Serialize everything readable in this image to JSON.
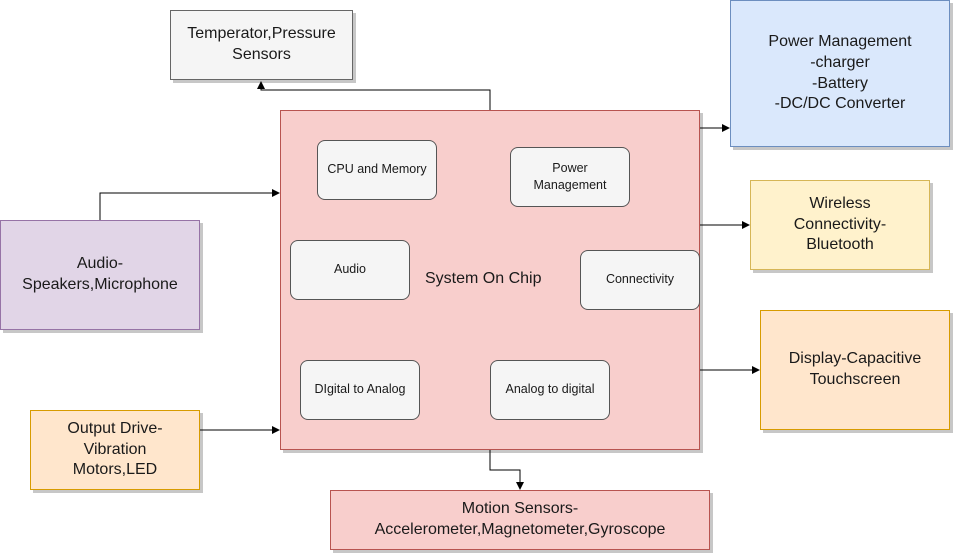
{
  "blocks": {
    "temp_sensors": "Temperator,Pressure\nSensors",
    "power_mgmt_ext": "Power Management\n-charger\n-Battery\n-DC/DC Converter",
    "audio_ext": "Audio-\nSpeakers,Microphone",
    "wireless": "Wireless\nConnectivity-\nBluetooth",
    "display": "Display-Capacitive\nTouchscreen",
    "output_drive": "Output Drive-\nVibration\nMotors,LED",
    "motion_sensors": "Motion Sensors-\nAccelerometer,Magnetometer,Gyroscope"
  },
  "soc": {
    "title": "System On Chip",
    "modules": {
      "cpu": "CPU and Memory",
      "power": "Power\nManagement",
      "audio": "Audio",
      "connectivity": "Connectivity",
      "dac": "DIgital to Analog",
      "adc": "Analog to digital"
    }
  },
  "colors": {
    "soc_fill": "#f8cecc",
    "soc_stroke": "#b85450",
    "gray_fill": "#f5f5f5",
    "gray_stroke": "#666666",
    "blue_fill": "#dae8fc",
    "blue_stroke": "#6c8ebf",
    "purple_fill": "#e1d5e7",
    "purple_stroke": "#9673a6",
    "yellow_fill": "#fff2cc",
    "yellow_stroke": "#d6b656",
    "orange_fill": "#ffe6cc",
    "orange_stroke": "#d79b00"
  }
}
